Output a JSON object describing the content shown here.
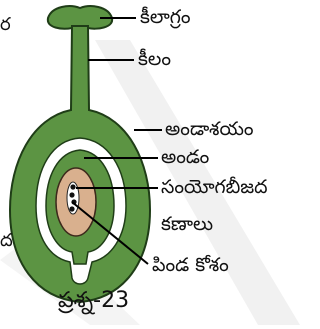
{
  "diagram": {
    "labels": {
      "stigma": "కీలాగ్రం",
      "style": "కీలం",
      "ovary": "అండాశయం",
      "ovule": "అండం",
      "fusion_nuclei_line1": "సంయోగబీజద",
      "fusion_nuclei_line2": "కణాలు",
      "embryo_sac": "పిండ కోశం"
    },
    "figure_caption": "ప్రశ్న-23",
    "edge_glyphs": {
      "top_left": "ర",
      "bottom_left": "ద"
    },
    "colors": {
      "pistil_green": "#5c9443",
      "pistil_outline": "#1f3d17",
      "ovule_fill": "#d9b08e",
      "leader_lines": "#000000",
      "watermark": "#efefef"
    }
  }
}
